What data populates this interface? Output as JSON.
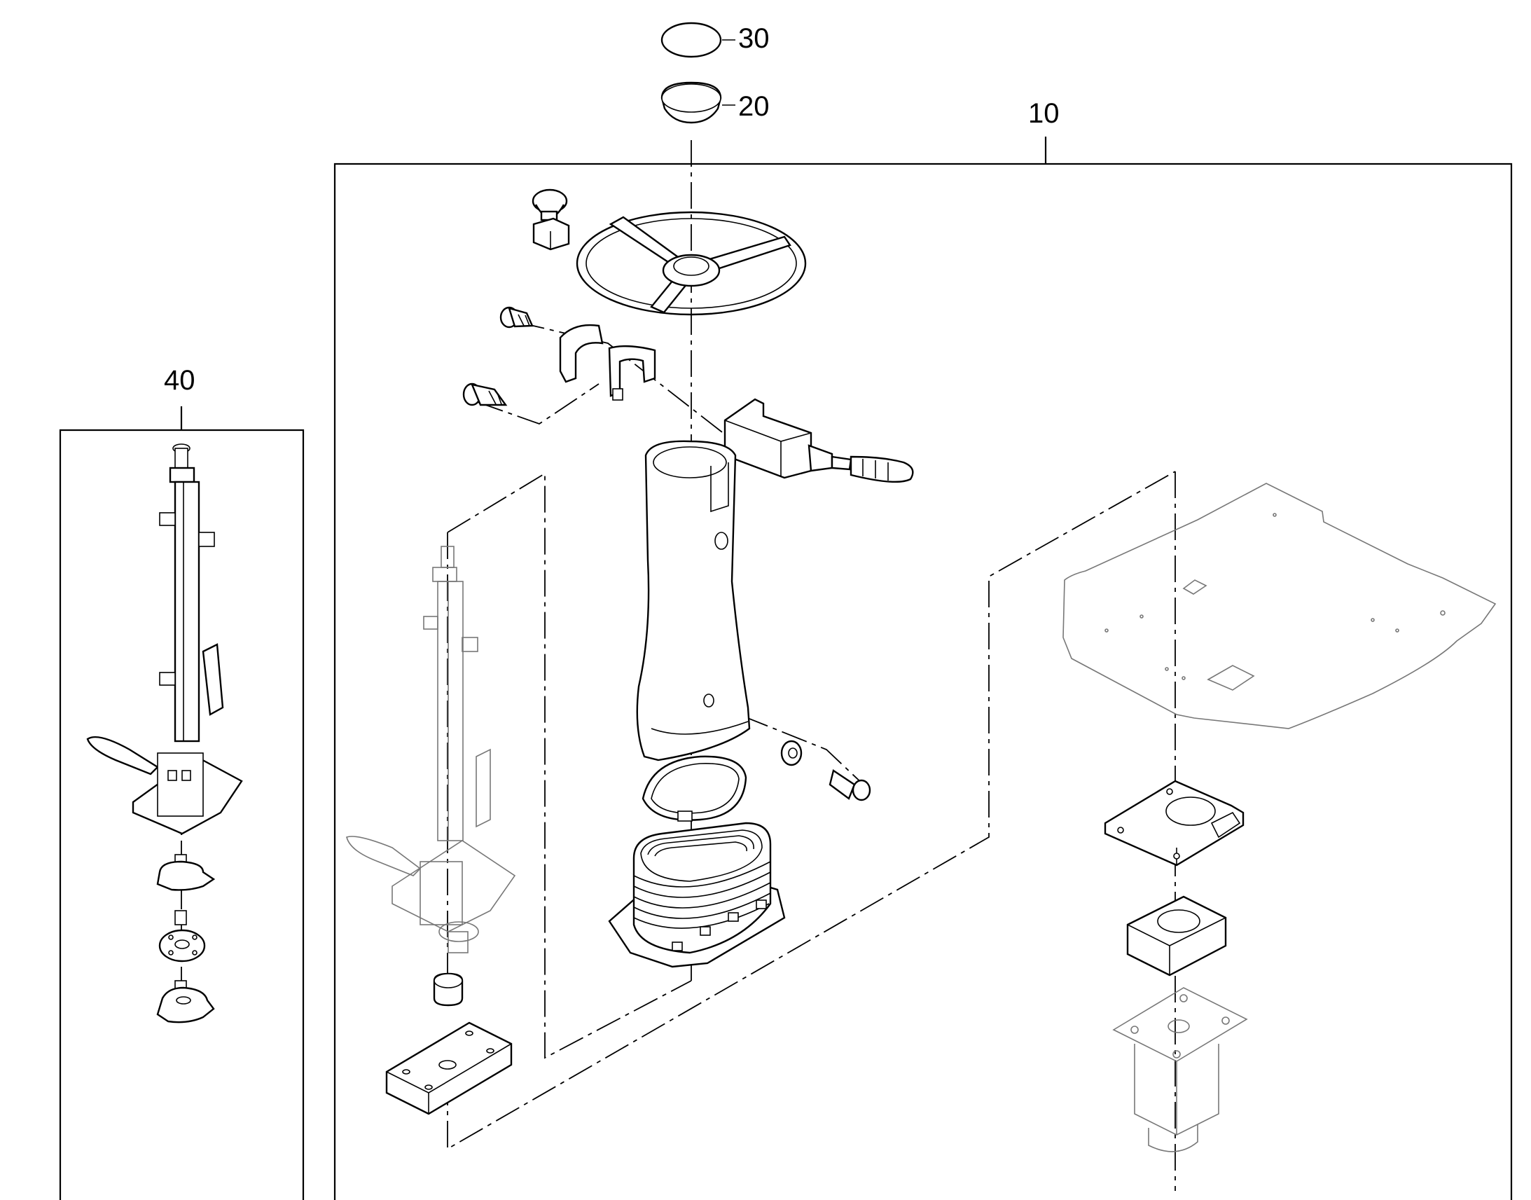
{
  "callouts": {
    "item_10": "10",
    "item_20": "20",
    "item_30": "30",
    "item_40": "40"
  },
  "colors": {
    "line": "#000000",
    "faded": "#777777",
    "background": "#ffffff"
  }
}
